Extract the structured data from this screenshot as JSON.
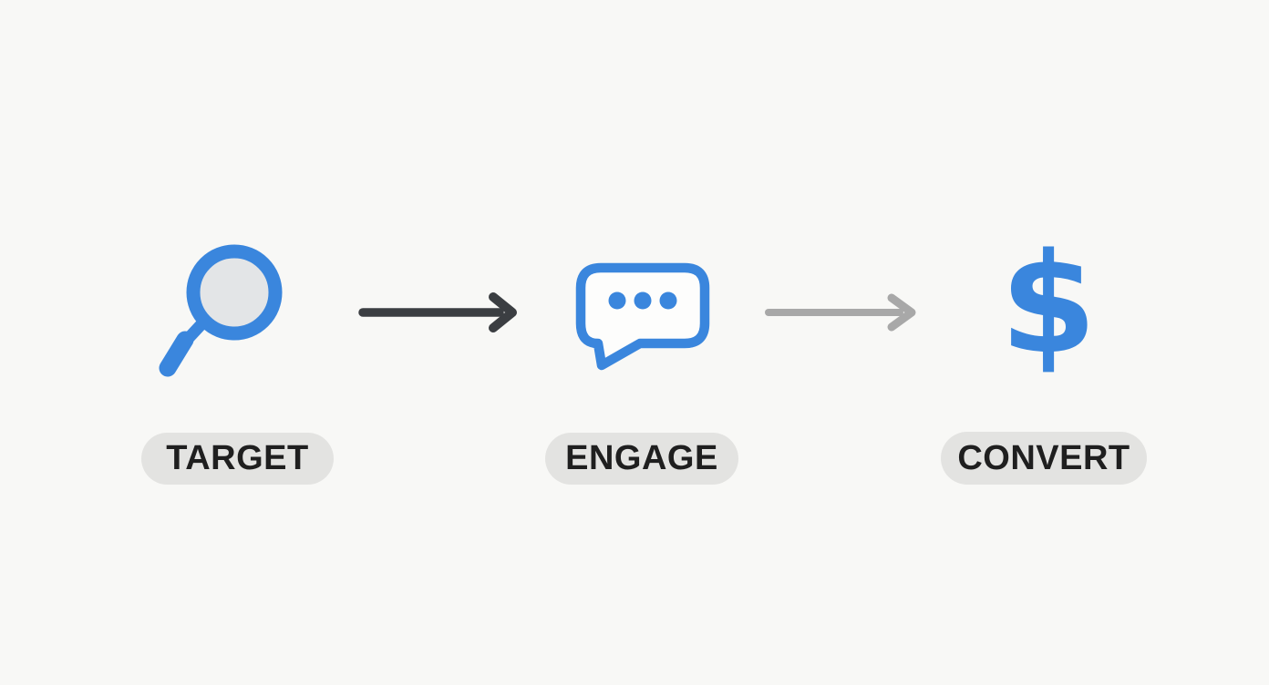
{
  "diagram": {
    "type": "flow",
    "title_visible": false,
    "steps": [
      {
        "label": "TARGET",
        "icon": "magnifier-icon",
        "icon_color": "#3a86dd"
      },
      {
        "label": "ENGAGE",
        "icon": "chat-bubble-icon",
        "icon_color": "#3a86dd"
      },
      {
        "label": "CONVERT",
        "icon": "dollar-icon",
        "icon_color": "#3a86dd",
        "glyph": "$"
      }
    ],
    "connectors": [
      {
        "from": "TARGET",
        "to": "ENGAGE",
        "style": "arrow-right",
        "color": "#3b3e42"
      },
      {
        "from": "ENGAGE",
        "to": "CONVERT",
        "style": "arrow-right",
        "color": "#a8a8a8"
      }
    ]
  },
  "colors": {
    "background": "#f8f8f6",
    "accent_blue": "#3a86dd",
    "magnifier_lens_fill": "#e3e5e7",
    "bubble_fill": "#fdfdfc",
    "pill_background": "#e3e3e1",
    "label_text": "#1f1f1f",
    "arrow_dark": "#3b3e42",
    "arrow_light": "#a8a8a8"
  }
}
